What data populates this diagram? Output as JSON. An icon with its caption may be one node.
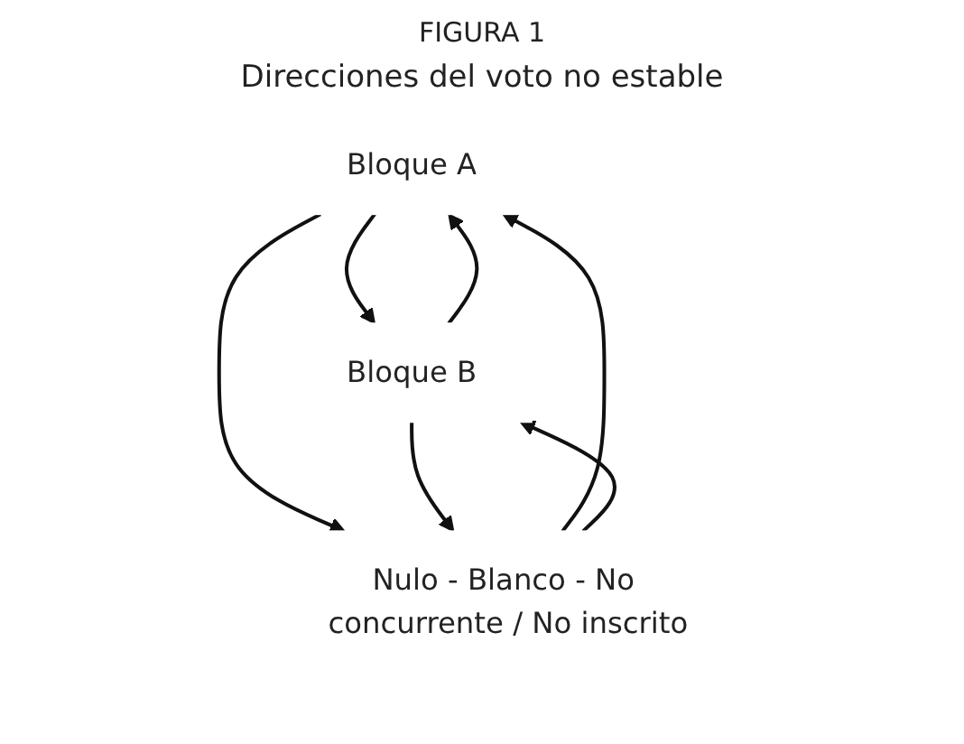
{
  "diagram": {
    "title": "FIGURA 1",
    "nodes": [
      {
        "text": [
          "Bloque A"
        ]
      },
      {
        "text": [
          "Bloque B"
        ]
      },
      {
        "text": [
          "Nulo - Blanco - No concurrente / No inscrito"
        ]
      }
    ],
    "edges": [
      {
        "from": 1,
        "to": 0,
        "arrow": "to"
      },
      {
        "from": 0,
        "to": 1,
        "arrow": "to"
      },
      {
        "from": 0,
        "to": 2,
        "arrow": "to"
      },
      {
        "from": 2,
        "to": 0,
        "arrow": "to"
      },
      {
        "from": 1,
        "to": 2,
        "arrow": "to"
      },
      {
        "from": 2,
        "to": 1,
        "arrow": "to"
      }
    ],
    "labels": [
      "Direcciones del voto no estable"
    ]
  }
}
